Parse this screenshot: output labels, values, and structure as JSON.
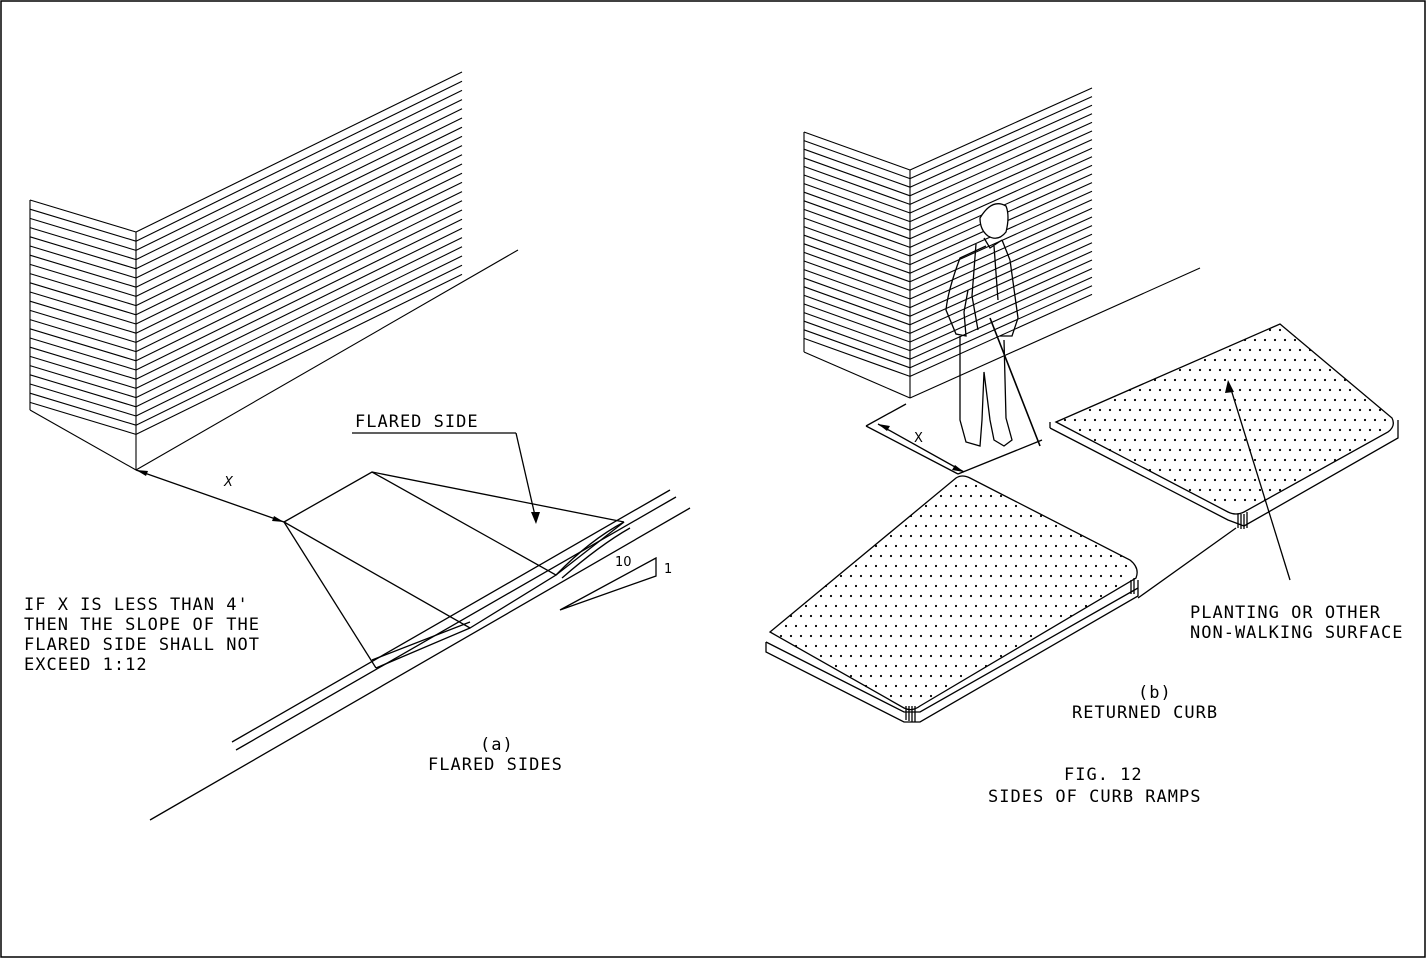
{
  "figure": {
    "number": "FIG. 12",
    "title": "SIDES OF CURB RAMPS"
  },
  "panel_a": {
    "letter": "(a)",
    "caption": "FLARED SIDES",
    "callout": "FLARED SIDE",
    "dimension": "X",
    "note": [
      "IF   X IS LESS THAN 4'",
      "THEN THE SLOPE OF THE",
      "FLARED SIDE SHALL NOT",
      "EXCEED 1:12"
    ],
    "slope_run": "10",
    "slope_rise": "1"
  },
  "panel_b": {
    "letter": "(b)",
    "caption": "RETURNED CURB",
    "dimension": "X",
    "callout": [
      "PLANTING OR OTHER",
      "NON-WALKING SURFACE"
    ]
  }
}
